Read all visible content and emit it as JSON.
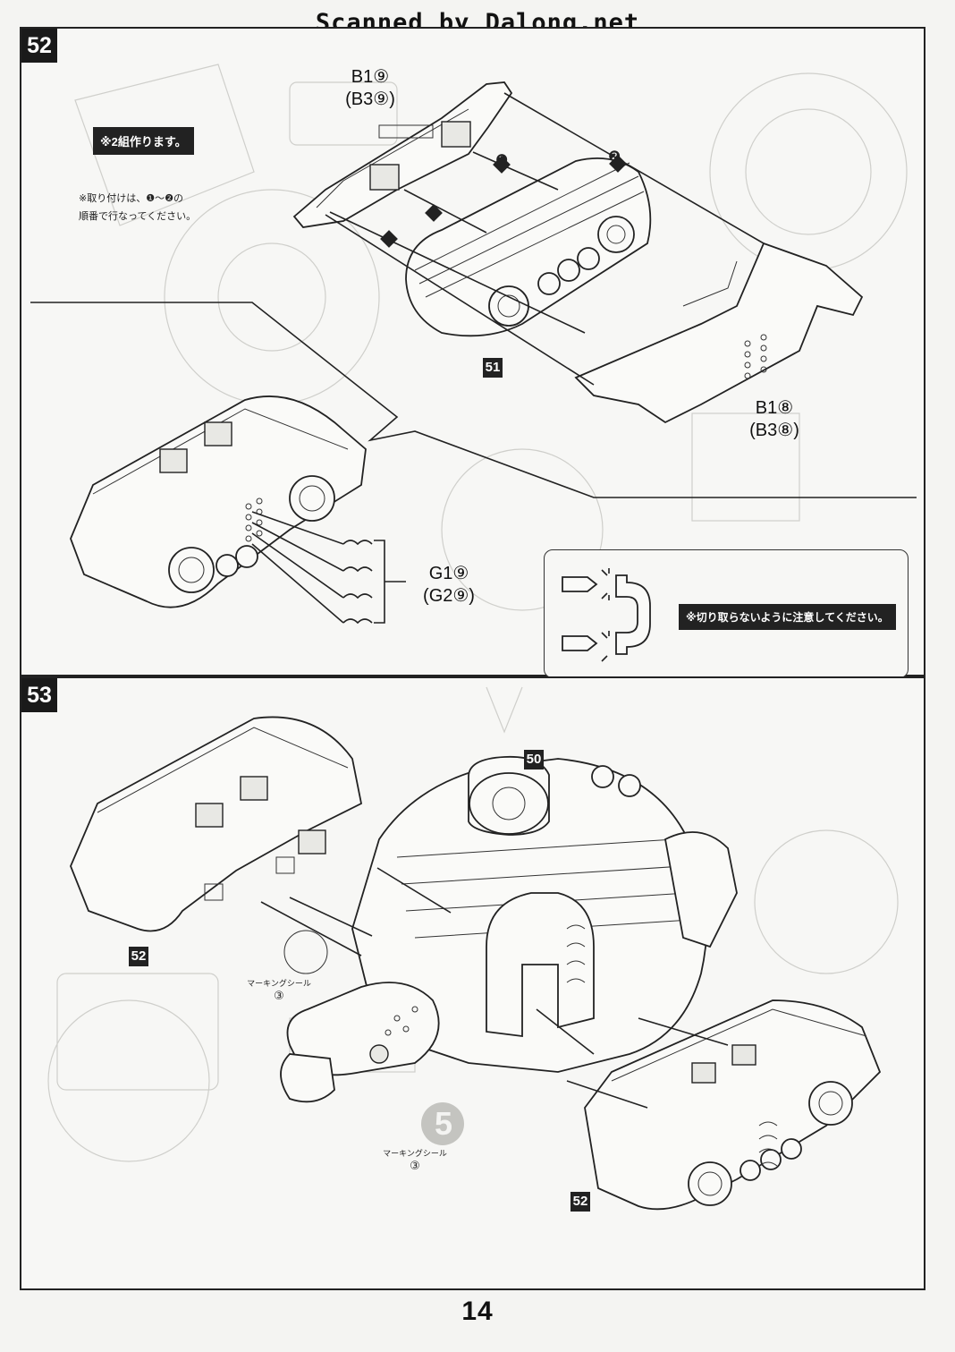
{
  "watermark": "Scanned by Dalong.net",
  "page_number": "14",
  "steps": [
    {
      "number": "52",
      "note_make_two": "※2組作ります。",
      "note_order_line1": "※取り付けは、❶～❷の",
      "note_order_line2": "順番で行なってください。",
      "callout_marker_1": "❶",
      "callout_marker_2": "❷",
      "ref_assembly": "51",
      "part_top": {
        "name": "B1⑨",
        "alt": "(B3⑨)"
      },
      "part_bottom": {
        "name": "B1⑧",
        "alt": "(B3⑧)"
      },
      "part_handles": {
        "name": "G1⑨",
        "alt": "(G2⑨)"
      },
      "caution": "※切り取らないように注意してください。"
    },
    {
      "number": "53",
      "ref_center": "50",
      "ref_left": "52",
      "ref_right": "52",
      "sticker_a": {
        "label": "マーキングシール",
        "num": "③"
      },
      "sticker_b": {
        "label": "マーキングシール",
        "num": "③",
        "digit": "5"
      }
    }
  ]
}
